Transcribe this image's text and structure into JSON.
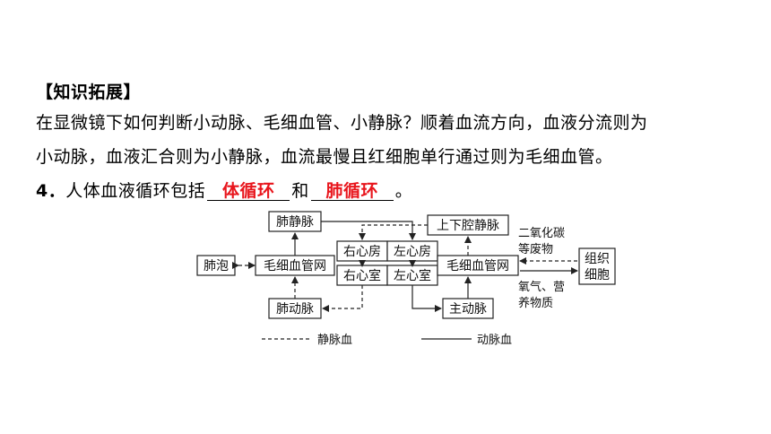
{
  "heading": "【知识拓展】",
  "paragraph_line1": "在显微镜下如何判断小动脉、毛细血管、小静脉？顺着血流方向，血液分流则为",
  "paragraph_line2": "小动脉，血液汇合则为小静脉，血流最慢且红细胞单行通过则为毛细血管。",
  "question": {
    "number": "4．",
    "prefix": "人体血液循环包括",
    "answer1": "体循环",
    "connector": "和",
    "answer2": "肺循环",
    "suffix": "。"
  },
  "diagram": {
    "boxes": {
      "pulmonary_vein": "肺静脉",
      "alveoli": "肺泡",
      "capillary_left": "毛细血管网",
      "pulmonary_artery": "肺动脉",
      "right_atrium": "右心房",
      "left_atrium": "左心房",
      "right_ventricle": "右心室",
      "left_ventricle": "左心室",
      "vena_cava": "上下腔静脉",
      "capillary_right": "毛细血管网",
      "aorta": "主动脉",
      "tissue_cell_line1": "组织",
      "tissue_cell_line2": "细胞"
    },
    "labels": {
      "co2_line1": "二氧化碳",
      "co2_line2": "等废物",
      "o2_line1": "氧气、营",
      "o2_line2": "养物质"
    },
    "legend": {
      "dashed": "静脉血",
      "solid": "动脉血"
    }
  }
}
